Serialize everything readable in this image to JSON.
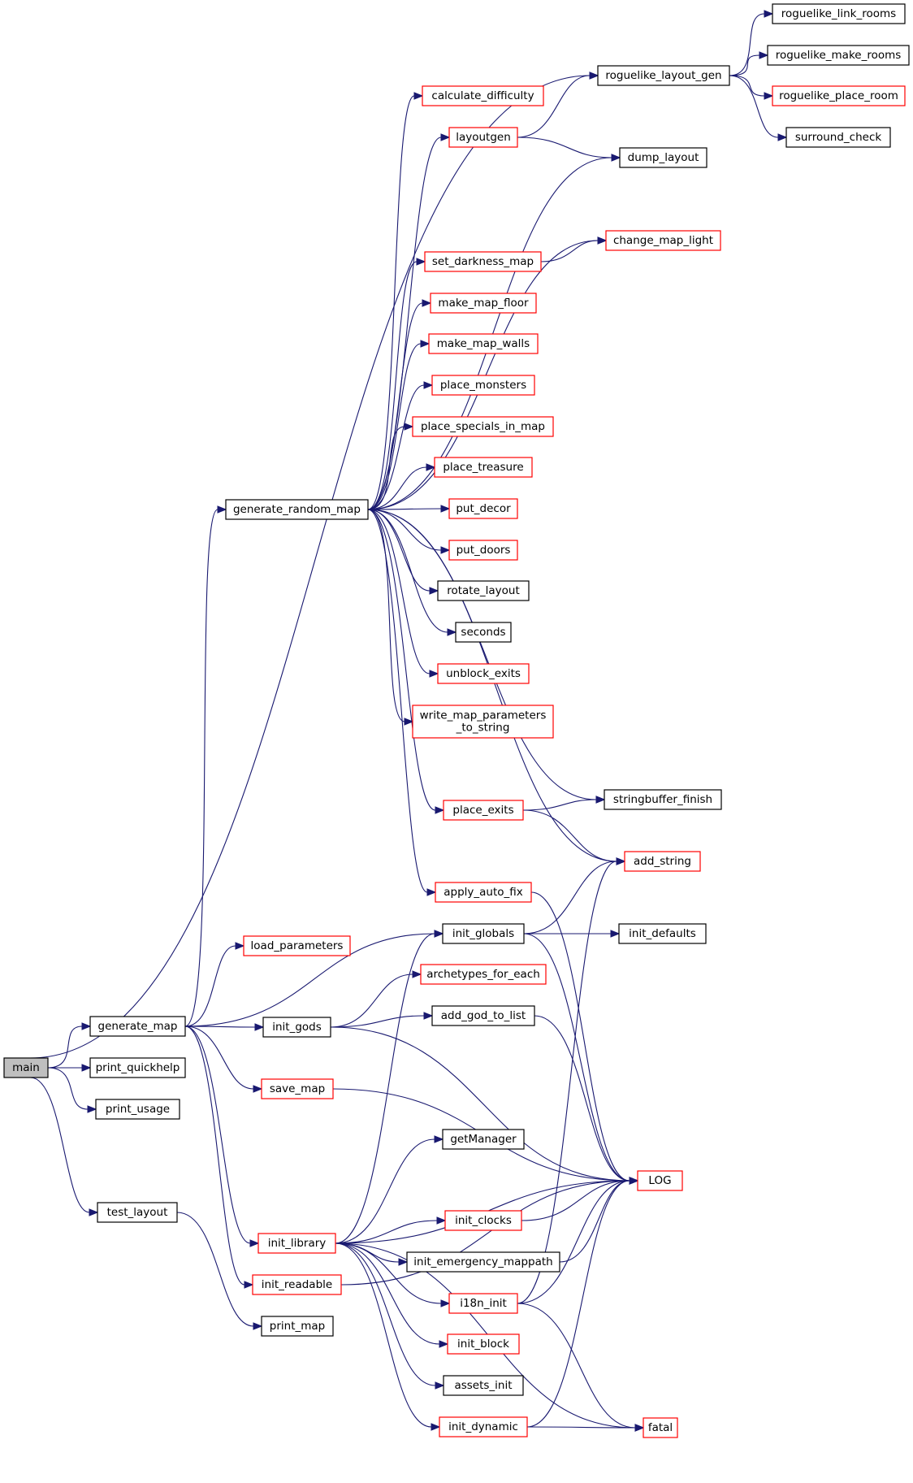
{
  "graph": {
    "edge_color": "#191970",
    "root_fill": "#bfbfbf",
    "nodes": [
      {
        "id": "main",
        "label": "main",
        "style": "root"
      },
      {
        "id": "generate_map",
        "label": "generate_map",
        "style": "black"
      },
      {
        "id": "print_quickhelp",
        "label": "print_quickhelp",
        "style": "black"
      },
      {
        "id": "print_usage",
        "label": "print_usage",
        "style": "black"
      },
      {
        "id": "test_layout",
        "label": "test_layout",
        "style": "black"
      },
      {
        "id": "generate_random_map",
        "label": "generate_random_map",
        "style": "black"
      },
      {
        "id": "load_parameters",
        "label": "load_parameters",
        "style": "red"
      },
      {
        "id": "init_gods",
        "label": "init_gods",
        "style": "black"
      },
      {
        "id": "save_map",
        "label": "save_map",
        "style": "red"
      },
      {
        "id": "init_library",
        "label": "init_library",
        "style": "red"
      },
      {
        "id": "init_readable",
        "label": "init_readable",
        "style": "red"
      },
      {
        "id": "print_map",
        "label": "print_map",
        "style": "black"
      },
      {
        "id": "calculate_difficulty",
        "label": "calculate_difficulty",
        "style": "red"
      },
      {
        "id": "layoutgen",
        "label": "layoutgen",
        "style": "red"
      },
      {
        "id": "set_darkness_map",
        "label": "set_darkness_map",
        "style": "red"
      },
      {
        "id": "make_map_floor",
        "label": "make_map_floor",
        "style": "red"
      },
      {
        "id": "make_map_walls",
        "label": "make_map_walls",
        "style": "red"
      },
      {
        "id": "place_monsters",
        "label": "place_monsters",
        "style": "red"
      },
      {
        "id": "place_specials_in_map",
        "label": "place_specials_in_map",
        "style": "red"
      },
      {
        "id": "place_treasure",
        "label": "place_treasure",
        "style": "red"
      },
      {
        "id": "put_decor",
        "label": "put_decor",
        "style": "red"
      },
      {
        "id": "put_doors",
        "label": "put_doors",
        "style": "red"
      },
      {
        "id": "rotate_layout",
        "label": "rotate_layout",
        "style": "black"
      },
      {
        "id": "seconds",
        "label": "seconds",
        "style": "black"
      },
      {
        "id": "unblock_exits",
        "label": "unblock_exits",
        "style": "red"
      },
      {
        "id": "write_map_parameters_to_string",
        "label": "write_map_parameters\n_to_string",
        "style": "red"
      },
      {
        "id": "place_exits",
        "label": "place_exits",
        "style": "red"
      },
      {
        "id": "apply_auto_fix",
        "label": "apply_auto_fix",
        "style": "red"
      },
      {
        "id": "init_globals",
        "label": "init_globals",
        "style": "black"
      },
      {
        "id": "archetypes_for_each",
        "label": "archetypes_for_each",
        "style": "red"
      },
      {
        "id": "add_god_to_list",
        "label": "add_god_to_list",
        "style": "black"
      },
      {
        "id": "getManager",
        "label": "getManager",
        "style": "black"
      },
      {
        "id": "init_clocks",
        "label": "init_clocks",
        "style": "red"
      },
      {
        "id": "init_emergency_mappath",
        "label": "init_emergency_mappath",
        "style": "black"
      },
      {
        "id": "i18n_init",
        "label": "i18n_init",
        "style": "red"
      },
      {
        "id": "init_block",
        "label": "init_block",
        "style": "red"
      },
      {
        "id": "assets_init",
        "label": "assets_init",
        "style": "black"
      },
      {
        "id": "init_dynamic",
        "label": "init_dynamic",
        "style": "red"
      },
      {
        "id": "roguelike_layout_gen",
        "label": "roguelike_layout_gen",
        "style": "black"
      },
      {
        "id": "dump_layout",
        "label": "dump_layout",
        "style": "black"
      },
      {
        "id": "change_map_light",
        "label": "change_map_light",
        "style": "red"
      },
      {
        "id": "stringbuffer_finish",
        "label": "stringbuffer_finish",
        "style": "black"
      },
      {
        "id": "add_string",
        "label": "add_string",
        "style": "red"
      },
      {
        "id": "init_defaults",
        "label": "init_defaults",
        "style": "black"
      },
      {
        "id": "LOG",
        "label": "LOG",
        "style": "red"
      },
      {
        "id": "fatal",
        "label": "fatal",
        "style": "red"
      },
      {
        "id": "roguelike_link_rooms",
        "label": "roguelike_link_rooms",
        "style": "black"
      },
      {
        "id": "roguelike_make_rooms",
        "label": "roguelike_make_rooms",
        "style": "black"
      },
      {
        "id": "roguelike_place_room",
        "label": "roguelike_place_room",
        "style": "red"
      },
      {
        "id": "surround_check",
        "label": "surround_check",
        "style": "black"
      }
    ],
    "edges": [
      [
        "main",
        "generate_map"
      ],
      [
        "main",
        "print_quickhelp"
      ],
      [
        "main",
        "print_usage"
      ],
      [
        "main",
        "test_layout"
      ],
      [
        "main",
        "roguelike_layout_gen"
      ],
      [
        "generate_map",
        "generate_random_map"
      ],
      [
        "generate_map",
        "load_parameters"
      ],
      [
        "generate_map",
        "init_globals"
      ],
      [
        "generate_map",
        "init_gods"
      ],
      [
        "generate_map",
        "save_map"
      ],
      [
        "generate_map",
        "init_library"
      ],
      [
        "generate_map",
        "init_readable"
      ],
      [
        "test_layout",
        "print_map"
      ],
      [
        "generate_random_map",
        "calculate_difficulty"
      ],
      [
        "generate_random_map",
        "layoutgen"
      ],
      [
        "generate_random_map",
        "dump_layout"
      ],
      [
        "generate_random_map",
        "change_map_light"
      ],
      [
        "generate_random_map",
        "set_darkness_map"
      ],
      [
        "generate_random_map",
        "make_map_floor"
      ],
      [
        "generate_random_map",
        "make_map_walls"
      ],
      [
        "generate_random_map",
        "place_monsters"
      ],
      [
        "generate_random_map",
        "place_specials_in_map"
      ],
      [
        "generate_random_map",
        "place_treasure"
      ],
      [
        "generate_random_map",
        "put_decor"
      ],
      [
        "generate_random_map",
        "put_doors"
      ],
      [
        "generate_random_map",
        "rotate_layout"
      ],
      [
        "generate_random_map",
        "seconds"
      ],
      [
        "generate_random_map",
        "unblock_exits"
      ],
      [
        "generate_random_map",
        "write_map_parameters_to_string"
      ],
      [
        "generate_random_map",
        "stringbuffer_finish"
      ],
      [
        "generate_random_map",
        "place_exits"
      ],
      [
        "generate_random_map",
        "add_string"
      ],
      [
        "generate_random_map",
        "apply_auto_fix"
      ],
      [
        "layoutgen",
        "roguelike_layout_gen"
      ],
      [
        "layoutgen",
        "dump_layout"
      ],
      [
        "set_darkness_map",
        "change_map_light"
      ],
      [
        "place_exits",
        "stringbuffer_finish"
      ],
      [
        "place_exits",
        "add_string"
      ],
      [
        "apply_auto_fix",
        "LOG"
      ],
      [
        "init_globals",
        "add_string"
      ],
      [
        "init_globals",
        "init_defaults"
      ],
      [
        "init_globals",
        "LOG"
      ],
      [
        "init_gods",
        "archetypes_for_each"
      ],
      [
        "init_gods",
        "add_god_to_list"
      ],
      [
        "init_gods",
        "LOG"
      ],
      [
        "add_god_to_list",
        "LOG"
      ],
      [
        "save_map",
        "LOG"
      ],
      [
        "init_library",
        "init_globals"
      ],
      [
        "init_library",
        "getManager"
      ],
      [
        "init_library",
        "LOG"
      ],
      [
        "init_library",
        "init_clocks"
      ],
      [
        "init_library",
        "init_emergency_mappath"
      ],
      [
        "init_library",
        "i18n_init"
      ],
      [
        "init_library",
        "init_block"
      ],
      [
        "init_library",
        "assets_init"
      ],
      [
        "init_library",
        "init_dynamic"
      ],
      [
        "init_library",
        "fatal"
      ],
      [
        "init_readable",
        "LOG"
      ],
      [
        "init_clocks",
        "LOG"
      ],
      [
        "init_emergency_mappath",
        "LOG"
      ],
      [
        "i18n_init",
        "LOG"
      ],
      [
        "i18n_init",
        "add_string"
      ],
      [
        "i18n_init",
        "fatal"
      ],
      [
        "init_dynamic",
        "LOG"
      ],
      [
        "init_dynamic",
        "fatal"
      ],
      [
        "roguelike_layout_gen",
        "roguelike_link_rooms"
      ],
      [
        "roguelike_layout_gen",
        "roguelike_make_rooms"
      ],
      [
        "roguelike_layout_gen",
        "roguelike_place_room"
      ],
      [
        "roguelike_layout_gen",
        "surround_check"
      ]
    ]
  }
}
